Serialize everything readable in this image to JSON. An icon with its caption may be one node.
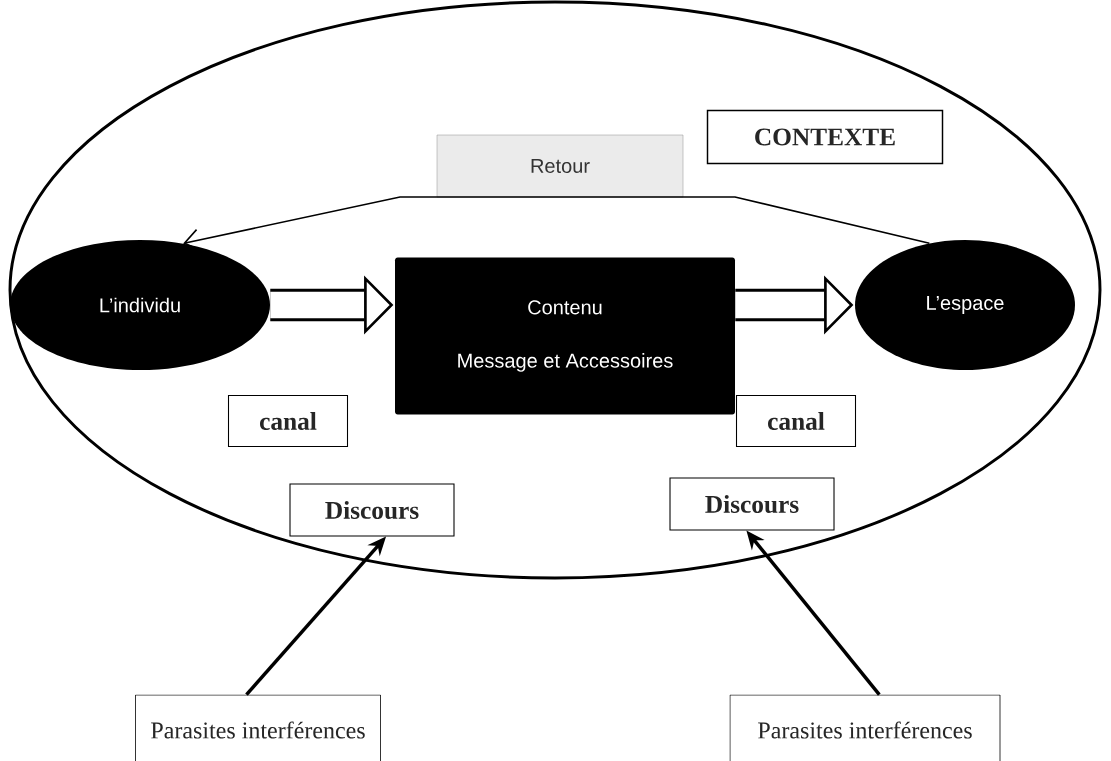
{
  "diagram": {
    "nodes": [
      {
        "text": [],
        "shape": "ellipse"
      },
      {
        "text": [
          "CONTEXTE"
        ],
        "in": 0
      },
      {
        "text": [
          "Retour"
        ],
        "in": 0
      },
      {
        "text": [
          "L’individu"
        ],
        "in": 0
      },
      {
        "text": [
          "Contenu",
          "Message et Accessoires"
        ],
        "in": 0
      },
      {
        "text": [
          "L’espace"
        ],
        "in": 0
      },
      {
        "text": [
          "canal"
        ],
        "in": 0
      },
      {
        "text": [
          "canal"
        ],
        "in": 0
      },
      {
        "text": [
          "Discours"
        ],
        "in": 0
      },
      {
        "text": [
          "Discours"
        ],
        "in": 0
      },
      {
        "text": [
          "Parasites interférences"
        ]
      },
      {
        "text": [
          "Parasites interférences"
        ]
      }
    ],
    "edges": [
      {
        "from": 5,
        "to": 3,
        "arrow": "to"
      },
      {
        "from": 3,
        "to": 4,
        "arrow": "to",
        "style": "thick"
      },
      {
        "from": 4,
        "to": 5,
        "arrow": "to",
        "style": "thick"
      },
      {
        "from": 10,
        "to": 8,
        "arrow": "to"
      },
      {
        "from": 11,
        "to": 9,
        "arrow": "to"
      }
    ]
  }
}
